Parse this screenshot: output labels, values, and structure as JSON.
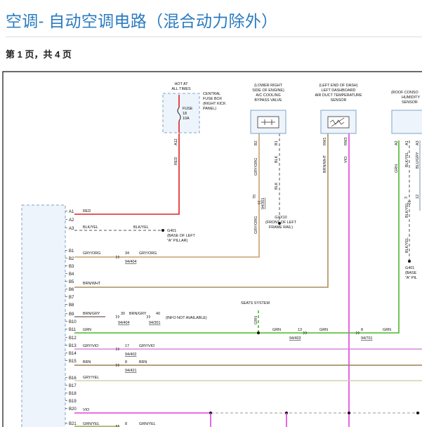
{
  "header": {
    "title": "空调- 自动空调电路（混合动力除外）",
    "page_info": "第 1 页，共 4 页"
  },
  "colors": {
    "title": "#2a7bc0",
    "red_wire": "#e02020",
    "tan_wire": "#c9a26e",
    "grey_wire": "#b8b8b8",
    "green_wire": "#4cb72a",
    "violet_wire": "#e040e0",
    "olive_wire": "#a89060",
    "module_border": "#7fa3c8",
    "module_fill": "#eef4fb"
  },
  "components": {
    "fuse_box": {
      "hot_line1": "HOT AT",
      "hot_line2": "ALL TIMES",
      "name_lines": [
        "CENTRAL",
        "FUSE BOX",
        "(RIGHT KICK",
        "PANEL)"
      ],
      "fuse_lines": [
        "FUSE",
        "18",
        "10A"
      ],
      "pin": "A12",
      "wire": "RED"
    },
    "bypass_valve": {
      "lines": [
        "(LOWER RIGHT",
        "SIDE OF ENGINE)",
        "A/C COOLING",
        "BYPASS VALVE"
      ],
      "pin_left": "B2",
      "pin_right": "B1",
      "wire_left": "GRY/ORG",
      "wire_right": "BLK",
      "inline_num": "70",
      "inline_conn": "94/301",
      "wire_left_lower": "GRY/ORG",
      "wire_right_lower": "BLK",
      "ground_lines": [
        "GXX10",
        "(FRONT OF LEFT",
        "FRAME RAIL)"
      ]
    },
    "duct_sensor": {
      "lines": [
        "(LEFT END OF DASH)",
        "LEFT DASHBOARD",
        "AIR DUCT TEMPERATURE",
        "SENSOR"
      ],
      "pin_left": "RM1",
      "pin_right": "RM3",
      "wire_left": "BRN/WHT",
      "wire_right": "VIO"
    },
    "humidity_sensor": {
      "lines": [
        "(ROOF CONSO",
        "HUMIDITY",
        "SENSOR"
      ],
      "pin_1": "A2",
      "pin_2": "A1",
      "pin_3": "A3",
      "wire_1": "GRN",
      "wire_2": "BLK/YEL",
      "wire_3": "BLU/GRY",
      "inline_num": "3",
      "inline_num_2": "12",
      "wire_2_mid": "BLK/YEL",
      "wire_2_lower": "BLK/YEL",
      "ground_lines": [
        "G401",
        "(BASE",
        "\"A\" PIL"
      ]
    },
    "ground_g401": {
      "lines": [
        "G401",
        "(BASE OF LEFT",
        "\"A\" PILLAR)"
      ],
      "wire_label": "BLK/YEL"
    },
    "seats_system": {
      "label": "SEATS SYSTEM",
      "wire": "GRN"
    },
    "info_na": "(INFO NOT AVAILABLE)"
  },
  "module_pins": {
    "a_pins": [
      "A1",
      "A2",
      "A3"
    ],
    "b_pins": [
      "B1",
      "B2",
      "B3",
      "B4",
      "B5",
      "B6",
      "B7",
      "B8",
      "B9",
      "B10",
      "B11",
      "B12",
      "B13",
      "B14",
      "B15",
      "B16",
      "B17",
      "B18",
      "B19",
      "B20",
      "B21"
    ]
  },
  "wires": {
    "a1": "RED",
    "a3": "BLK/YEL",
    "b1": "GRY/ORG",
    "b1_num": "34",
    "b1_label2": "GRY/ORG",
    "b1_conn": "94/404",
    "b5": "BRN/WHT",
    "b9": "BRN/GRY",
    "b9_num": "30",
    "b9_label2": "BRN/GRY",
    "b9_conn": "94/404",
    "b9_num2": "40",
    "b9_conn2": "94/301",
    "b11": "GRN",
    "b11_label2": "GRN",
    "b11_num": "13",
    "b11_label3": "GRN",
    "b11_conn": "94/403",
    "b11_num2": "8",
    "b11_label4": "GRN",
    "b11_conn2": "94/701",
    "b13": "GRY/VIO",
    "b13_num": "17",
    "b13_label2": "GRY/VIO",
    "b13_conn": "94/402",
    "b15": "BRN",
    "b15_num": "8",
    "b15_label2": "BRN",
    "b15_conn": "94/421",
    "b16": "GRY/YEL",
    "b20": "VIO",
    "b21": "GRN/YEL",
    "b21_num": "8",
    "b21_label2": "GRN/YEL"
  }
}
